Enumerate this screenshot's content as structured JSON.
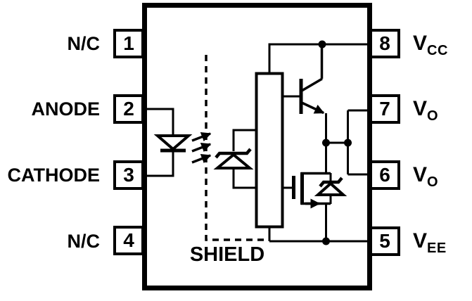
{
  "diagram": {
    "kind": "8-pin optocoupler gate-driver pinout schematic",
    "colors": {
      "line": "#000000",
      "background": "#ffffff"
    }
  },
  "pins": {
    "left": [
      {
        "number": "1",
        "label": "N/C"
      },
      {
        "number": "2",
        "label": "ANODE"
      },
      {
        "number": "3",
        "label": "CATHODE"
      },
      {
        "number": "4",
        "label": "N/C"
      }
    ],
    "right": [
      {
        "number": "8",
        "label_main": "V",
        "label_sub": "CC"
      },
      {
        "number": "7",
        "label_main": "V",
        "label_sub": "O"
      },
      {
        "number": "6",
        "label_main": "V",
        "label_sub": "O"
      },
      {
        "number": "5",
        "label_main": "V",
        "label_sub": "EE"
      }
    ]
  },
  "schematic": {
    "shield_label": "SHIELD",
    "symbols": [
      "input-led",
      "light-emission-arrows",
      "shield-dashed-boundary",
      "photodiode",
      "amplifier-block",
      "npn-transistor",
      "output-mosfet-with-body-diode"
    ]
  }
}
